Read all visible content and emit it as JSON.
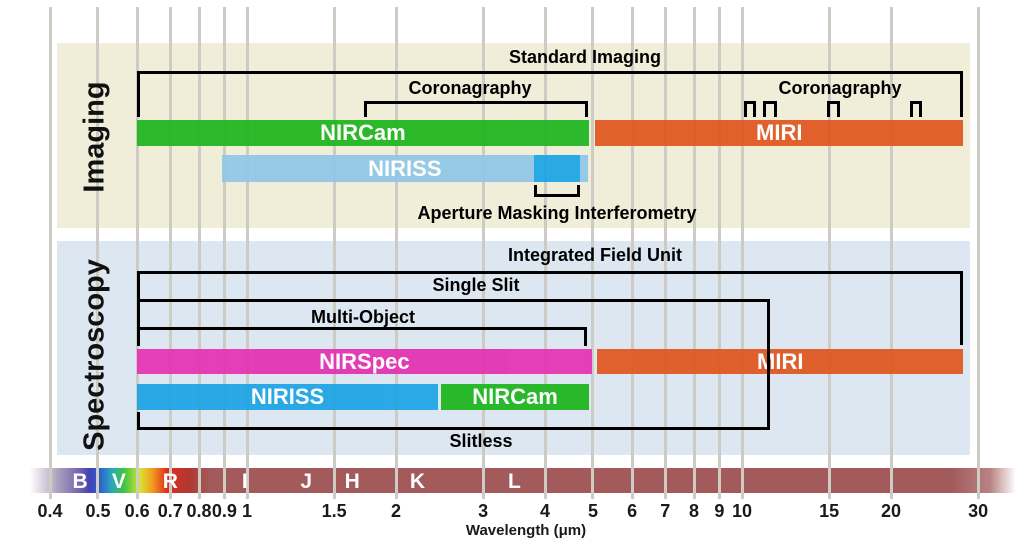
{
  "chart_data": {
    "type": "range-bar",
    "title": "",
    "xlabel": "Wavelength (μm)",
    "xscale": "log",
    "xlim": [
      0.4,
      30
    ],
    "grid": true,
    "xticks": [
      {
        "label": "0.4",
        "value": 0.4
      },
      {
        "label": "0.5",
        "value": 0.5
      },
      {
        "label": "0.6",
        "value": 0.6
      },
      {
        "label": "0.7",
        "value": 0.7
      },
      {
        "label": "0.8",
        "value": 0.8
      },
      {
        "label": "0.9",
        "value": 0.9
      },
      {
        "label": "1",
        "value": 1
      },
      {
        "label": "1.5",
        "value": 1.5
      },
      {
        "label": "2",
        "value": 2
      },
      {
        "label": "3",
        "value": 3
      },
      {
        "label": "4",
        "value": 4
      },
      {
        "label": "5",
        "value": 5
      },
      {
        "label": "6",
        "value": 6
      },
      {
        "label": "7",
        "value": 7
      },
      {
        "label": "8",
        "value": 8
      },
      {
        "label": "9",
        "value": 9
      },
      {
        "label": "10",
        "value": 10
      },
      {
        "label": "15",
        "value": 15
      },
      {
        "label": "20",
        "value": 20
      },
      {
        "label": "30",
        "value": 30
      }
    ],
    "colors": {
      "imaging_panel": "#f0eed9",
      "spectroscopy_panel": "#dce7f2",
      "nircam_green": "#1db51d",
      "miri_orange": "#e0561e",
      "niriss_light_blue": "#8fc7e6",
      "niriss_bright_blue": "#1ca4e5",
      "nirspec_magenta": "#e431b1",
      "infrared_maroon": "#a25a5a",
      "gridline_gray": "#ccccc5"
    },
    "sections": [
      {
        "id": "imaging",
        "label": "Imaging",
        "bars": [
          {
            "id": "img-nircam",
            "label": "NIRCam",
            "from": 0.6,
            "to": 4.9,
            "color": "#1db51d"
          },
          {
            "id": "img-miri",
            "label": "MIRI",
            "from": 5.05,
            "to": 28.0,
            "color": "#e0561e"
          },
          {
            "id": "img-niriss",
            "label": "NIRISS",
            "from": 0.89,
            "to": 4.88,
            "color": "#8fc7e6",
            "segment": {
              "from": 3.8,
              "to": 4.7,
              "color": "#1ca4e5"
            }
          }
        ],
        "brackets": [
          {
            "id": "standard-imaging",
            "label": "Standard Imaging",
            "from": 0.6,
            "to": 28.0
          },
          {
            "id": "coronagraphy-nircam",
            "label": "Coronagraphy",
            "from": 1.72,
            "to": 4.88
          },
          {
            "id": "coronagraphy-miri",
            "label": "Coronagraphy",
            "marks": [
              [
                10.1,
                10.65
              ],
              [
                11.05,
                11.75
              ],
              [
                14.85,
                15.75
              ],
              [
                21.8,
                23.1
              ]
            ]
          },
          {
            "id": "ami",
            "label": "Aperture Masking Interferometry",
            "from": 3.8,
            "to": 4.7
          }
        ]
      },
      {
        "id": "spectroscopy",
        "label": "Spectroscopy",
        "bars": [
          {
            "id": "spec-nirspec",
            "label": "NIRSpec",
            "from": 0.6,
            "to": 4.97,
            "color": "#e431b1"
          },
          {
            "id": "spec-miri",
            "label": "MIRI",
            "from": 5.1,
            "to": 28.0,
            "color": "#e0561e"
          },
          {
            "id": "spec-niriss",
            "label": "NIRISS",
            "from": 0.6,
            "to": 2.43,
            "color": "#1ca4e5"
          },
          {
            "id": "spec-nircam",
            "label": "NIRCam",
            "from": 2.47,
            "to": 4.9,
            "color": "#1db51d"
          }
        ],
        "brackets": [
          {
            "id": "ifu",
            "label": "Integrated Field Unit",
            "from": 0.6,
            "to": 28.0
          },
          {
            "id": "single-slit",
            "label": "Single Slit",
            "from": 0.6,
            "to": 11.4
          },
          {
            "id": "multi-object",
            "label": "Multi-Object",
            "from": 0.6,
            "to": 4.86
          },
          {
            "id": "slitless",
            "label": "Slitless",
            "from": 0.6,
            "to": 11.4
          }
        ]
      }
    ],
    "spectrum_bands": [
      {
        "label": "B",
        "wavelength": 0.46
      },
      {
        "label": "V",
        "wavelength": 0.551
      },
      {
        "label": "R",
        "wavelength": 0.7
      },
      {
        "label": "I",
        "wavelength": 0.99
      },
      {
        "label": "J",
        "wavelength": 1.317
      },
      {
        "label": "H",
        "wavelength": 1.631
      },
      {
        "label": "K",
        "wavelength": 2.21
      },
      {
        "label": "L",
        "wavelength": 3.47
      }
    ]
  }
}
